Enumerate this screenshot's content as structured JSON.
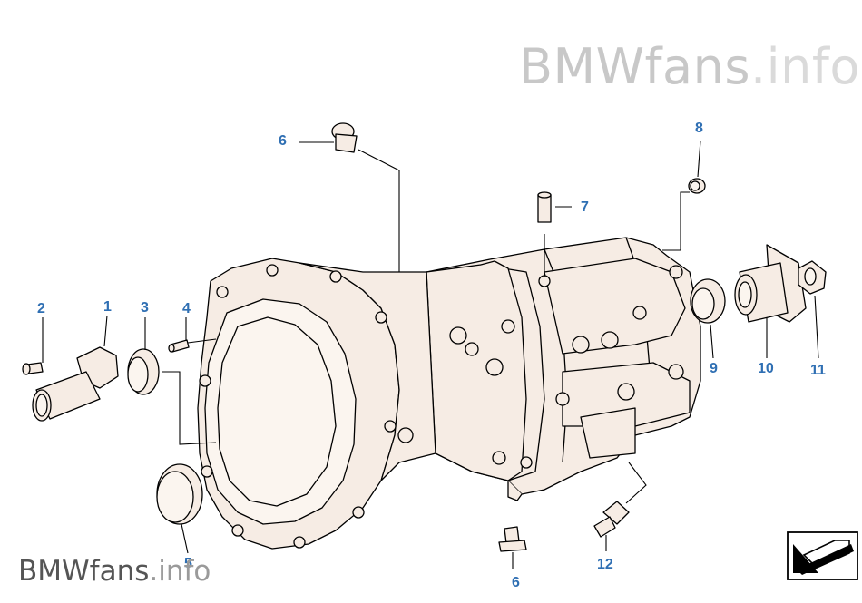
{
  "watermark_top": {
    "brand": "BMWfans",
    "suffix": ".info"
  },
  "watermark_bottom": {
    "brand": "BMWfans",
    "suffix": ".info"
  },
  "label_color": "#2f6fb3",
  "line_color": "#000000",
  "part_fill": "#f6ece4",
  "parts": [
    {
      "id": "p1",
      "label": "1"
    },
    {
      "id": "p2",
      "label": "2"
    },
    {
      "id": "p3",
      "label": "3"
    },
    {
      "id": "p4",
      "label": "4"
    },
    {
      "id": "p5",
      "label": "5"
    },
    {
      "id": "p6a",
      "label": "6"
    },
    {
      "id": "p6b",
      "label": "6"
    },
    {
      "id": "p7",
      "label": "7"
    },
    {
      "id": "p8",
      "label": "8"
    },
    {
      "id": "p9",
      "label": "9"
    },
    {
      "id": "p10",
      "label": "10"
    },
    {
      "id": "p11",
      "label": "11"
    },
    {
      "id": "p12",
      "label": "12"
    }
  ],
  "nav_icon": "next-arrow-icon"
}
